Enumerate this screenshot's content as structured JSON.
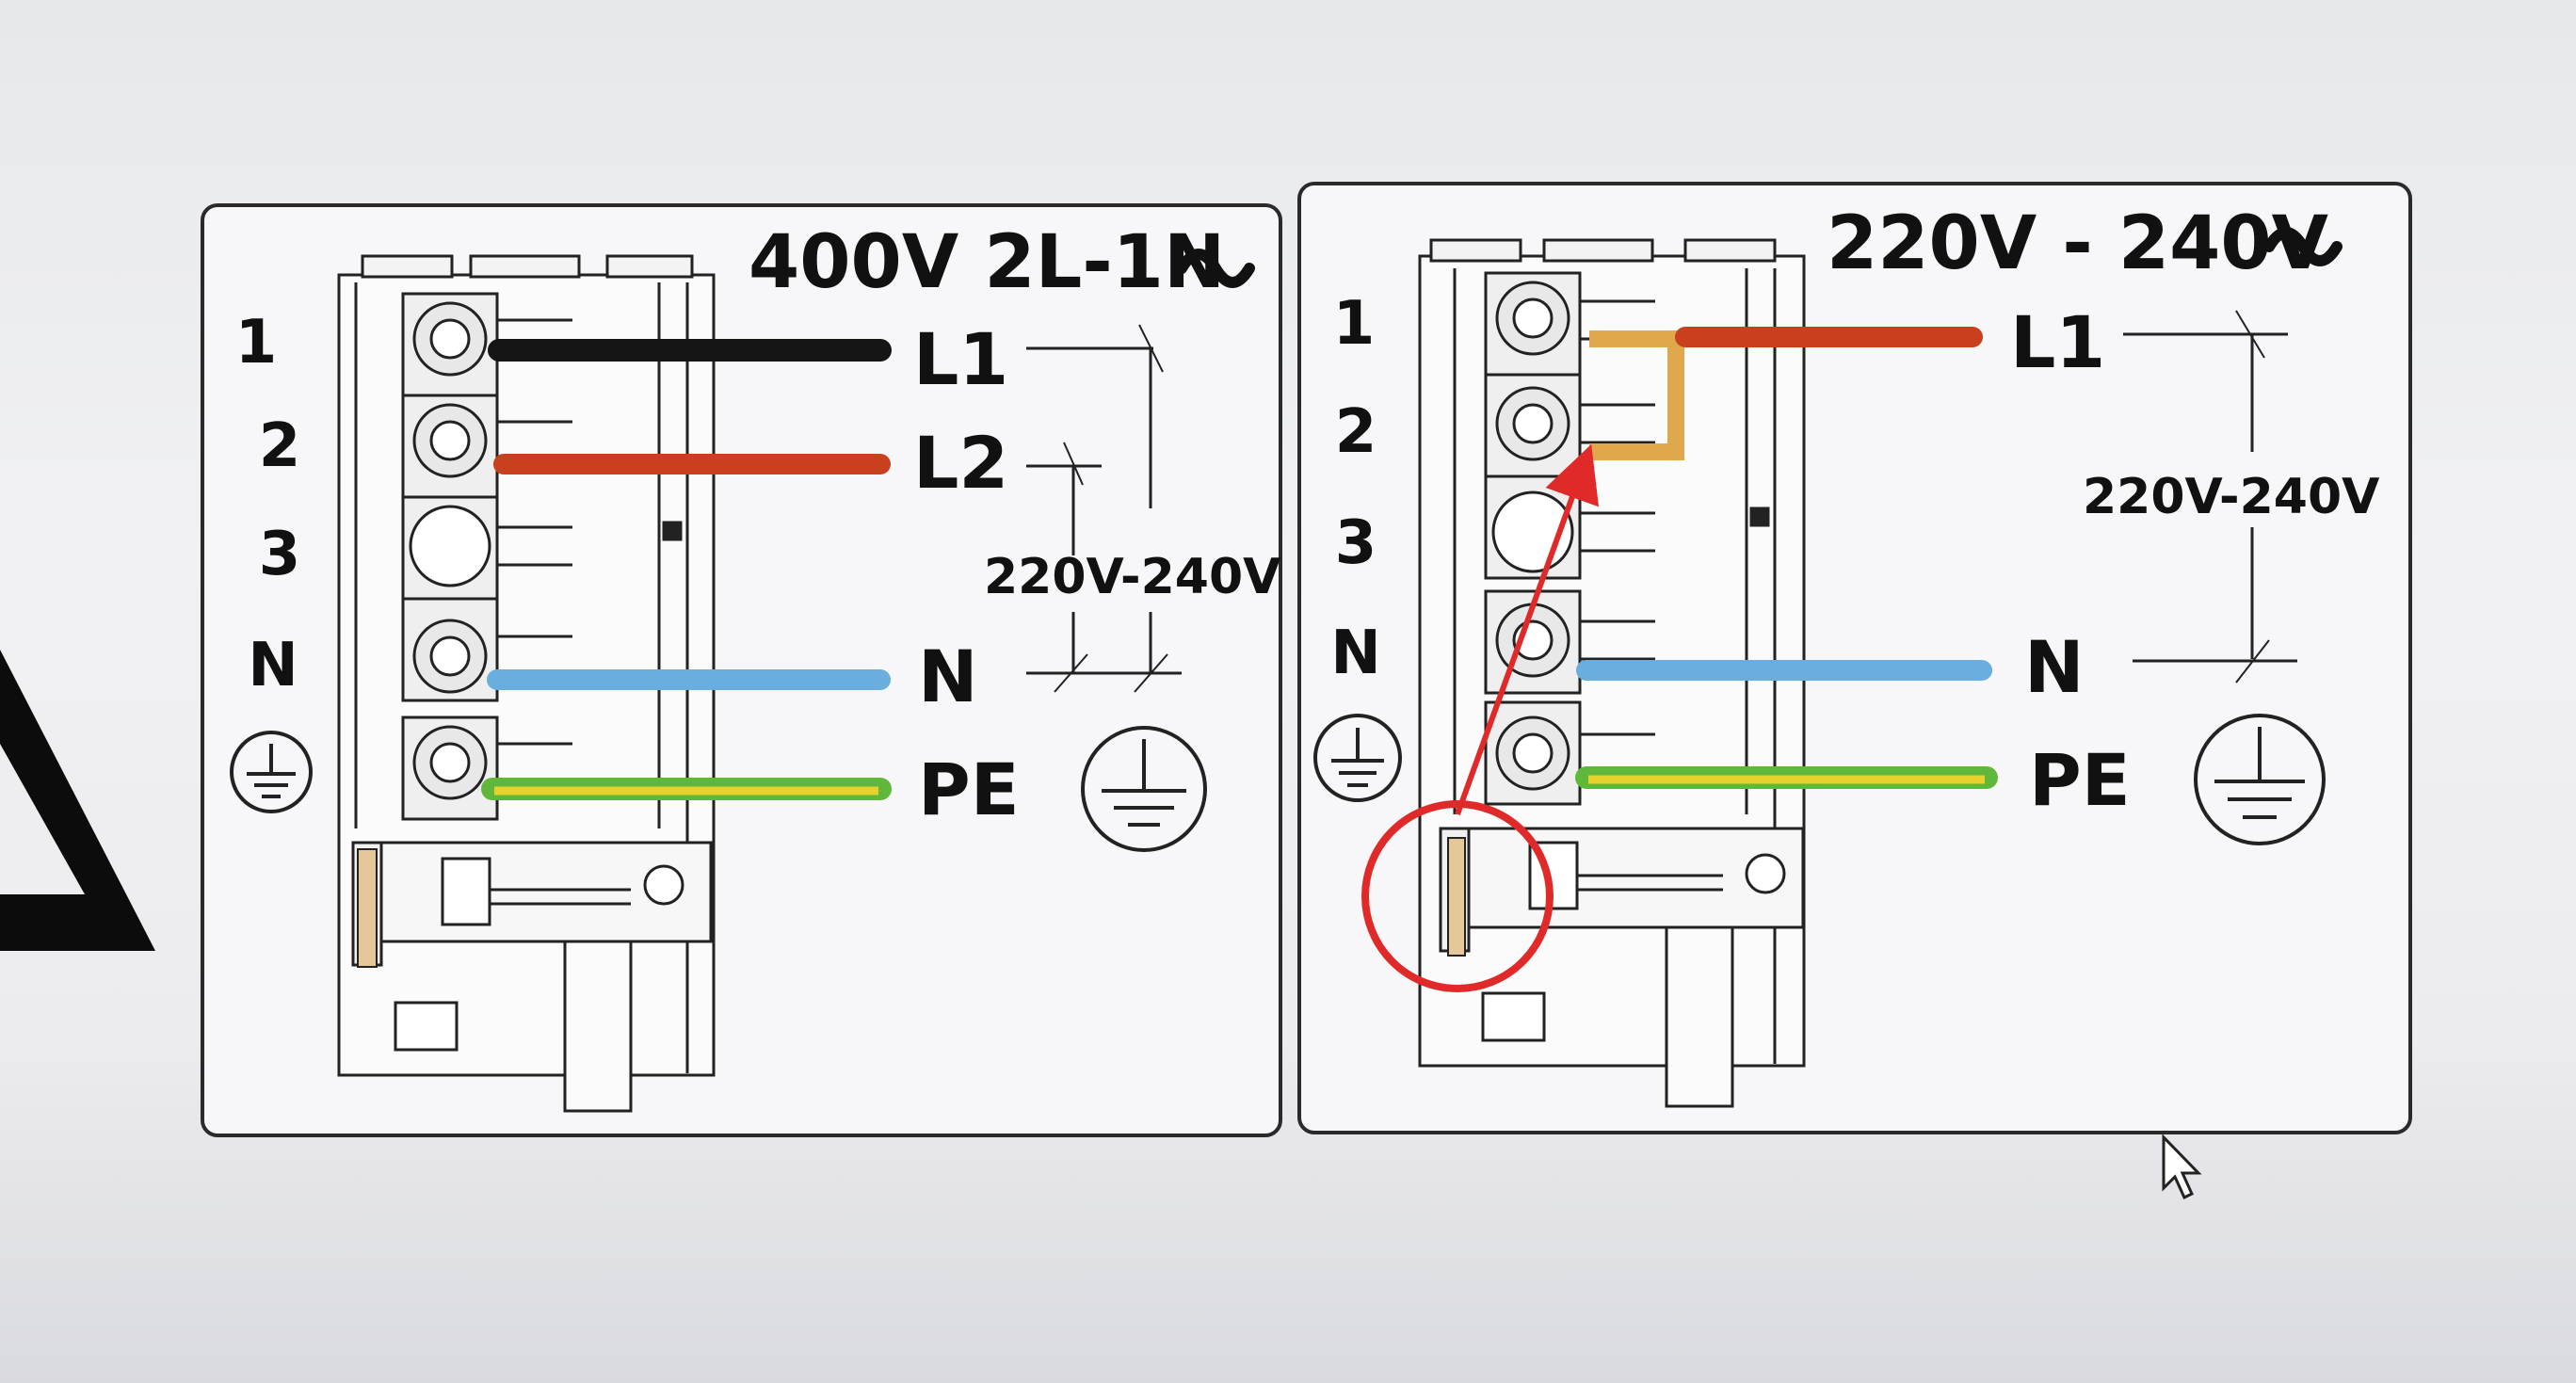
{
  "left_panel": {
    "title": "400V 2L-1N",
    "terminal_numbers": [
      "1",
      "2",
      "3",
      "N"
    ],
    "wire_labels": [
      "L1",
      "L2",
      "N",
      "PE"
    ],
    "voltage_label": "220V-240V",
    "wire_colors": {
      "L1": "#151515",
      "L2": "#c8401e",
      "N": "#6aaee0",
      "PE_green": "#5fb83b",
      "PE_yellow": "#e7d12d"
    }
  },
  "right_panel": {
    "title": "220V - 240V",
    "terminal_numbers": [
      "1",
      "2",
      "3",
      "N"
    ],
    "wire_labels": [
      "L1",
      "N",
      "PE"
    ],
    "voltage_label": "220V-240V",
    "bridge_color": "#e0a84a",
    "annotation_color": "#e02a2a",
    "wire_colors": {
      "L1": "#c8401e",
      "N": "#6aaee0",
      "PE_green": "#5fb83b",
      "PE_yellow": "#e7d12d"
    }
  },
  "icons": [
    "tilde-icon",
    "ground-symbol-icon",
    "mouse-cursor-icon",
    "warning-triangle-icon"
  ]
}
